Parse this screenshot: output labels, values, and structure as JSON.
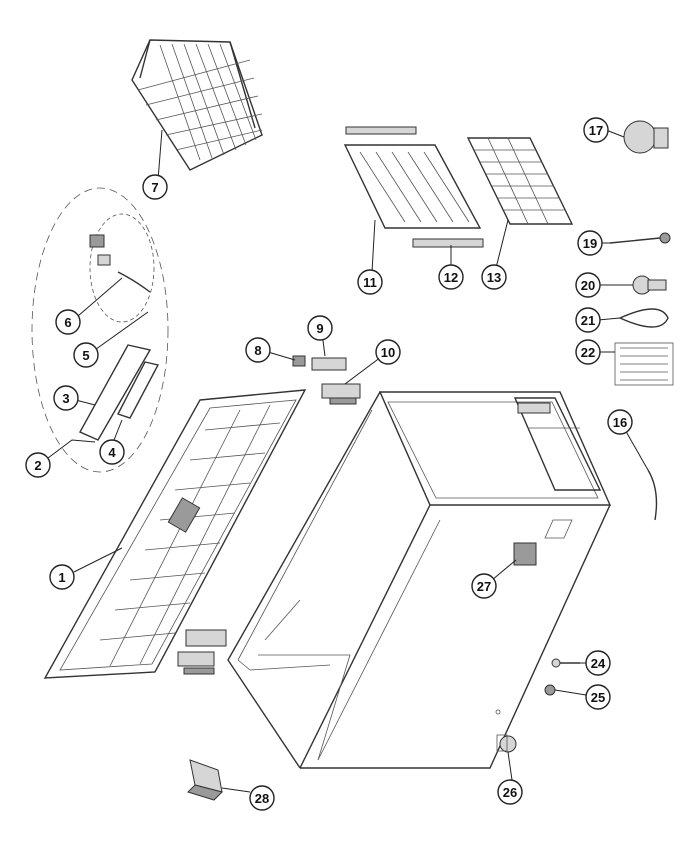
{
  "callouts": [
    {
      "id": "c1",
      "label": "1"
    },
    {
      "id": "c2",
      "label": "2"
    },
    {
      "id": "c3",
      "label": "3"
    },
    {
      "id": "c4",
      "label": "4"
    },
    {
      "id": "c5",
      "label": "5"
    },
    {
      "id": "c6",
      "label": "6"
    },
    {
      "id": "c7",
      "label": "7"
    },
    {
      "id": "c8",
      "label": "8"
    },
    {
      "id": "c9",
      "label": "9"
    },
    {
      "id": "c10",
      "label": "10"
    },
    {
      "id": "c11",
      "label": "11"
    },
    {
      "id": "c12",
      "label": "12"
    },
    {
      "id": "c13",
      "label": "13"
    },
    {
      "id": "c16",
      "label": "16"
    },
    {
      "id": "c17",
      "label": "17"
    },
    {
      "id": "c19",
      "label": "19"
    },
    {
      "id": "c20",
      "label": "20"
    },
    {
      "id": "c21",
      "label": "21"
    },
    {
      "id": "c22",
      "label": "22"
    },
    {
      "id": "c24",
      "label": "24"
    },
    {
      "id": "c25",
      "label": "25"
    },
    {
      "id": "c26",
      "label": "26"
    },
    {
      "id": "c27",
      "label": "27"
    },
    {
      "id": "c28",
      "label": "28"
    }
  ]
}
